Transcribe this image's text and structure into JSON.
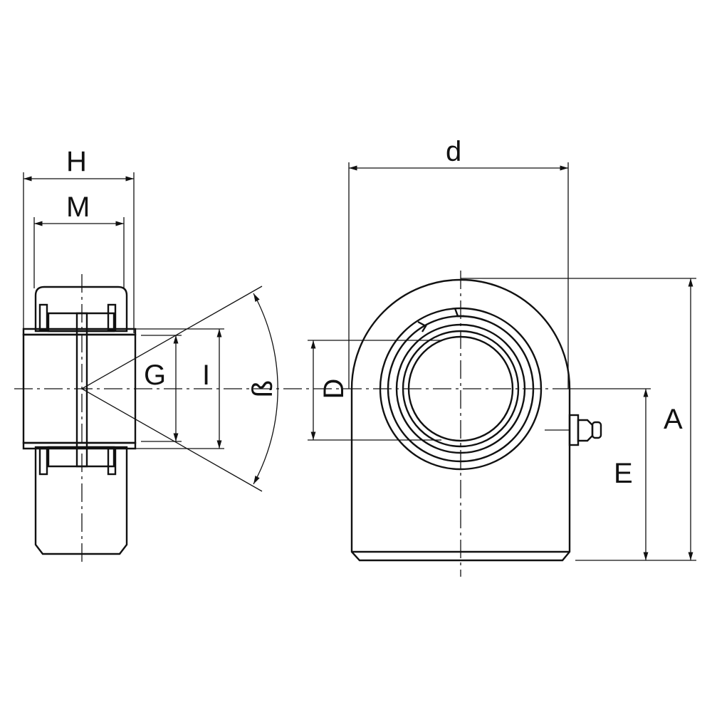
{
  "diagram": {
    "labels": {
      "H": "H",
      "M": "M",
      "G": "G",
      "I": "I",
      "beta": "ß",
      "d": "d",
      "D": "D",
      "A": "A",
      "E": "E"
    },
    "colors": {
      "line": "#111111",
      "background": "#ffffff"
    }
  }
}
